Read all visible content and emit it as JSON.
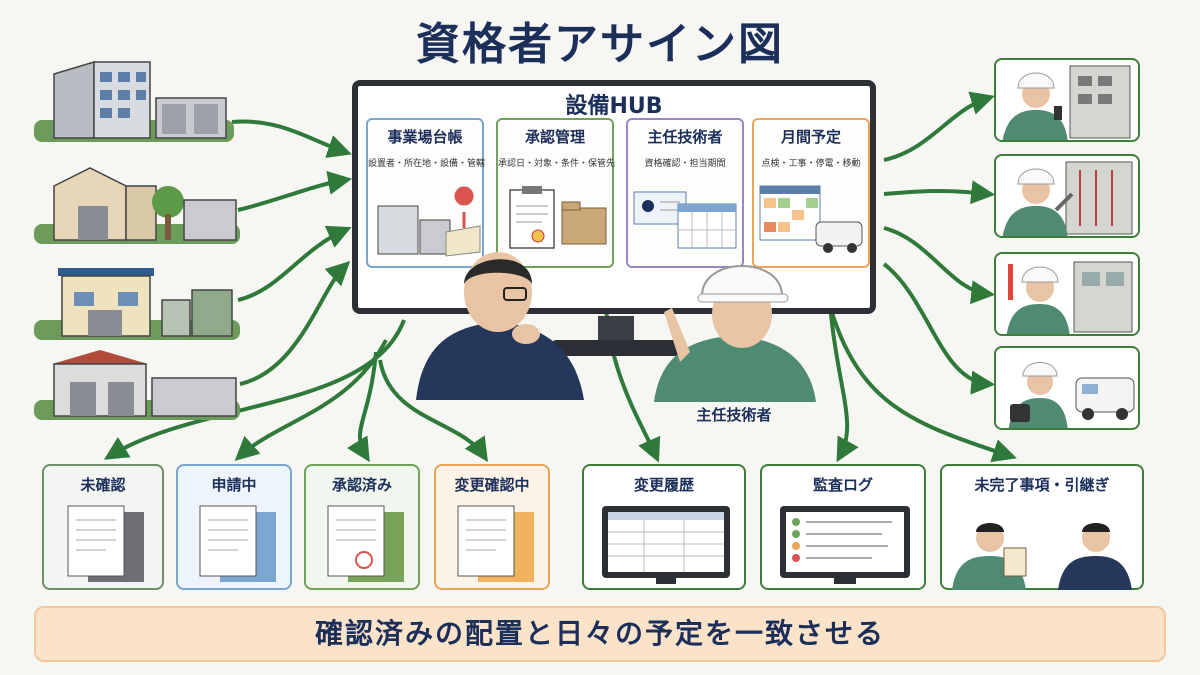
{
  "title": "資格者アサイン図",
  "hub": {
    "title": "設備HUB",
    "panels": [
      {
        "title": "事業場台帳",
        "subtitle": "設置者・所在地・設備・管轄",
        "color": "#7aa6cf"
      },
      {
        "title": "承認管理",
        "subtitle": "承認日・対象・条件・保管先",
        "color": "#6fa35a"
      },
      {
        "title": "主任技術者",
        "subtitle": "資格確認・担当期間",
        "color": "#9b86c4"
      },
      {
        "title": "月間予定",
        "subtitle": "点検・工事・停電・移動",
        "color": "#e9a55a"
      }
    ]
  },
  "chief_label": "主任技術者",
  "status_cards": [
    {
      "title": "未確認",
      "color": "#6f8f6a"
    },
    {
      "title": "申請中",
      "color": "#7aa6cf"
    },
    {
      "title": "承認済み",
      "color": "#6fa35a"
    },
    {
      "title": "変更確認中",
      "color": "#e9a55a"
    },
    {
      "title": "変更履歴",
      "color": "#3f7d3a"
    },
    {
      "title": "監査ログ",
      "color": "#3f7d3a"
    },
    {
      "title": "未完了事項・引継ぎ",
      "color": "#3f7d3a"
    }
  ],
  "banner": "確認済みの配置と日々の予定を一致させる",
  "colors": {
    "arrow": "#2f7a3a",
    "navy": "#1c2f5a"
  }
}
